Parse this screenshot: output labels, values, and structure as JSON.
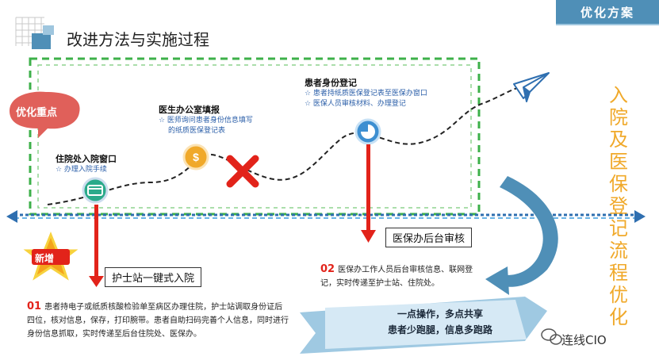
{
  "title": "改进方法与实施过程",
  "top_tag": "优化方案",
  "focus_label": "优化重点",
  "new_badge": "新增",
  "vertical_title": "入院及医保登记流程优化",
  "steps": [
    {
      "title": "住院处入院窗口",
      "items": [
        "☆ 办理入院手续"
      ]
    },
    {
      "title": "医生办公室填报",
      "items": [
        "☆ 医师询问患者身份信息填写",
        "的纸质医保登记表"
      ]
    },
    {
      "title": "患者身份登记",
      "items": [
        "☆ 患者持纸质医保登记表至医保办窗口",
        "☆ 医保人员审核材料、办理登记"
      ]
    }
  ],
  "box_nurse": "护士站一键式入院",
  "box_backend": "医保办后台审核",
  "note1": {
    "num": "01",
    "text": "患者持电子或纸质核酸检验单至病区办理住院，护士站调取身份证后四位，核对信息，保存，打印腕带。患者自助扫码完善个人信息，同时进行身份信息抓取，实时传递至后台住院处、医保办。"
  },
  "note2": {
    "num": "02",
    "text": "医保办工作人员后台审核信息、联网登记，实时传递至护士站、住院处。"
  },
  "ribbon": [
    "一点操作，多点共享",
    "患者少跑腿，信息多跑路"
  ],
  "brand": "连线CIO",
  "colors": {
    "accent_blue": "#4f8fb7",
    "green_dash": "#3db04a",
    "red": "#e2231a",
    "orange": "#f0a92a",
    "focus_red": "#e0605a"
  }
}
